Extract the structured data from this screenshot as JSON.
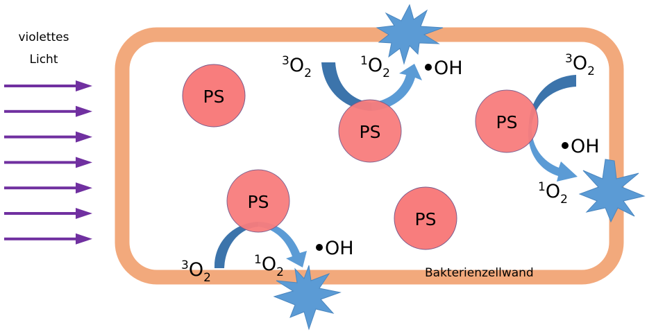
{
  "light_label": {
    "line1": "violettes",
    "line2": "Licht"
  },
  "cell_wall_label": "Bakterienzellwand",
  "photosensitizer_label": "PS",
  "species": {
    "triplet_oxygen": {
      "superscript": "3",
      "base": "O",
      "subscript": "2"
    },
    "singlet_oxygen": {
      "superscript": "1",
      "base": "O",
      "subscript": "2"
    },
    "hydroxyl_radical": {
      "dot": "•",
      "text": "OH"
    }
  },
  "colors": {
    "cell_wall": "#f2a97c",
    "photosensitizer_fill": "#f87d7d",
    "photosensitizer_stroke": "#7a5a8a",
    "arrow_blue_dark": "#3c74ab",
    "arrow_blue_light": "#5b9bd5",
    "damage_star": "#5b9bd5",
    "light_arrow": "#7030a0"
  },
  "light_arrow_count": 7
}
